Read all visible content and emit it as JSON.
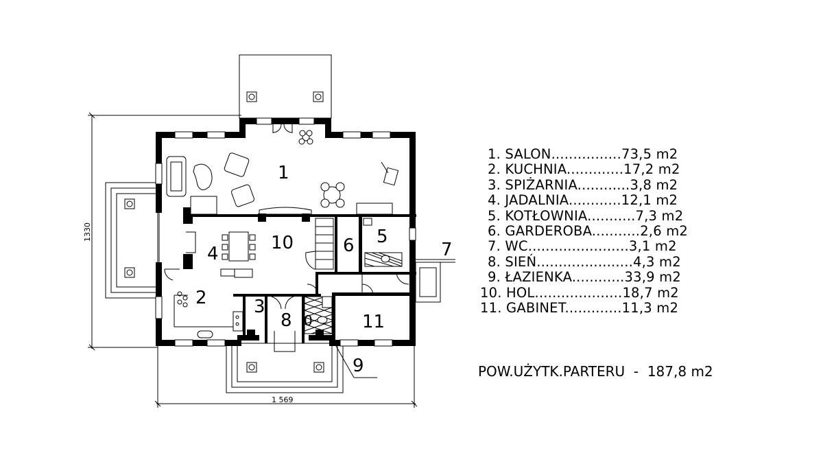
{
  "plan": {
    "dim_width": "1 569",
    "dim_height": "1330",
    "room_numbers": [
      "1",
      "2",
      "3",
      "4",
      "5",
      "6",
      "7",
      "8",
      "9",
      "10",
      "11",
      "0"
    ]
  },
  "legend": {
    "rows": [
      "1. SALON................73,5 m2",
      "2. KUCHNIA.............17,2 m2",
      "3. SPIŻARNIA............3,8 m2",
      "4. JADALNIA............12,1 m2",
      "5. KOTŁOWNIA...........7,3 m2",
      "6. GARDEROBA...........2,6 m2",
      "7. WC.......................3,1 m2",
      "8. SIEŃ......................4,3 m2",
      "9. ŁAZIENKA............33,9 m2",
      "10. HOL....................18,7 m2",
      "11. GABINET.............11,3 m2"
    ],
    "total": "POW.UŻYTK.PARTERU  -  187,8 m2"
  }
}
